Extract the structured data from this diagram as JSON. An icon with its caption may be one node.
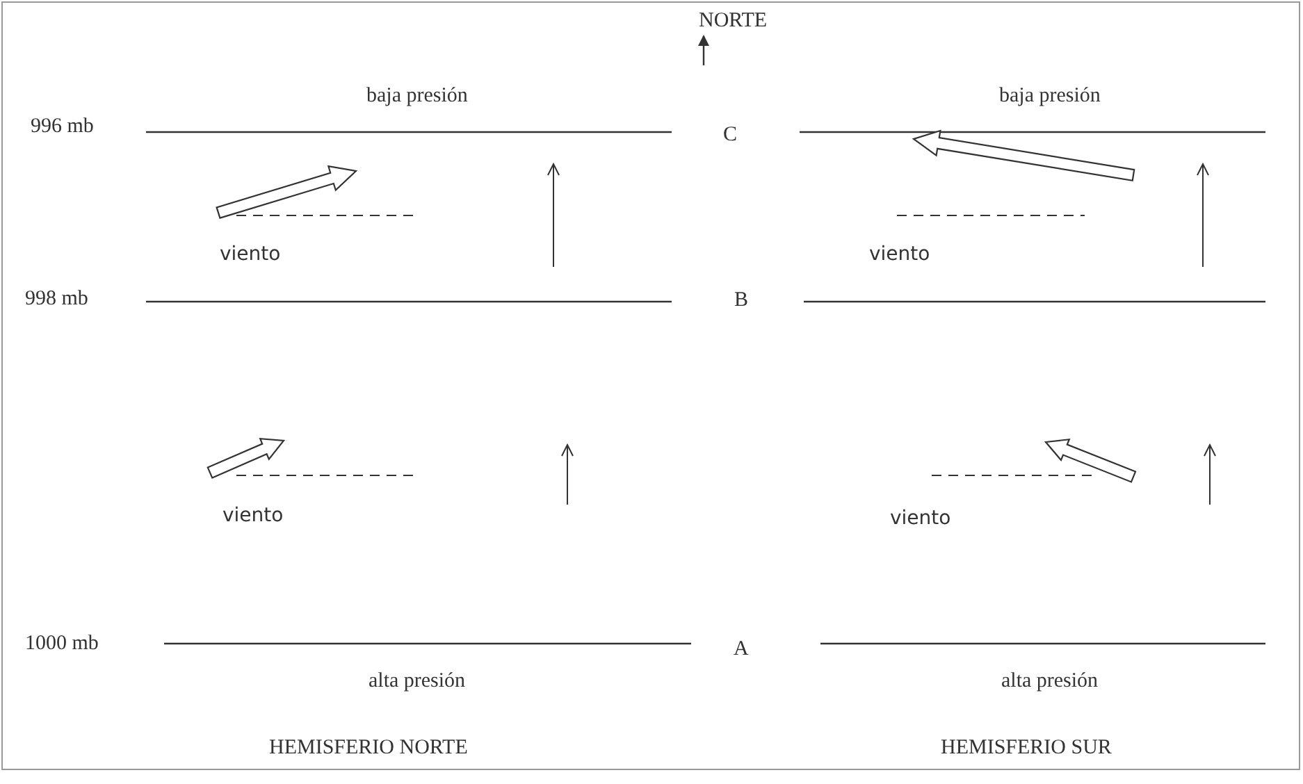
{
  "diagram": {
    "labels": [
      "NORTE",
      "996 mb",
      "baja presión",
      "C",
      "baja presión",
      "viento",
      "viento",
      "998 mb",
      "B",
      "viento",
      "viento",
      "1000 mb",
      "A",
      "alta presión",
      "alta presión",
      "HEMISFERIO NORTE",
      "HEMISFERIO SUR"
    ]
  }
}
